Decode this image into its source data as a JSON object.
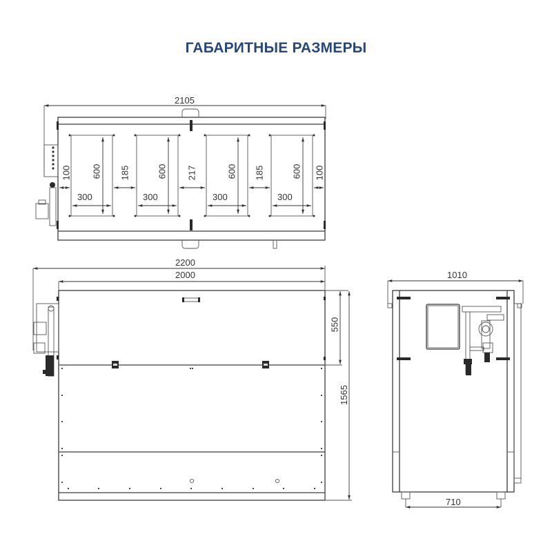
{
  "title": "ГАБАРИТНЫЕ РАЗМЕРЫ",
  "top_view": {
    "overall_width": "2105",
    "window_width": "300",
    "window_height": "600",
    "gap_left_edge": "100",
    "gap_1_2": "185",
    "gap_2_3": "217",
    "gap_3_4": "185",
    "gap_right_edge": "100",
    "windows": [
      {
        "width": "300",
        "height": "600"
      },
      {
        "width": "300",
        "height": "600"
      },
      {
        "width": "300",
        "height": "600"
      },
      {
        "width": "300",
        "height": "600"
      }
    ]
  },
  "front_view": {
    "overall_length": "2200",
    "body_length": "2000",
    "lid_height": "550",
    "overall_height": "1565"
  },
  "side_view": {
    "overall_depth": "1010",
    "leg_spacing": "710"
  },
  "colors": {
    "title": "#27477a",
    "lines": "#3a3a3a",
    "background": "#ffffff"
  }
}
